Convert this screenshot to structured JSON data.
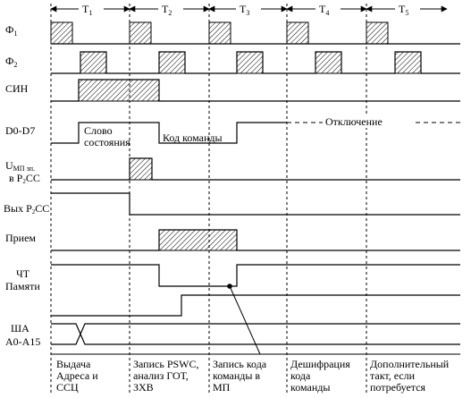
{
  "periods": [
    "T",
    "T",
    "T",
    "T",
    "T"
  ],
  "period_subscripts": [
    "1",
    "2",
    "3",
    "4",
    "5"
  ],
  "signals": {
    "phi1": {
      "base": "Ф",
      "sub": "1"
    },
    "phi2": {
      "base": "Ф",
      "sub": "2"
    },
    "sin": "СИН",
    "data_bus": "D0-D7",
    "u_mp": {
      "part1": "U",
      "sub1": "МП зп.",
      "line2_pre": "в Р",
      "sub2": "2",
      "line2_post": "СС"
    },
    "vyh": {
      "pre": "Вых Р",
      "sub": "2",
      "post": "СС"
    },
    "priem": "Прием",
    "cht": [
      "ЧТ",
      "Памяти"
    ],
    "sha": [
      "ША",
      "А0-А15"
    ]
  },
  "bus_notes": {
    "status_word": [
      "Слово",
      "состояния"
    ],
    "command_code": "Код команды",
    "disconnect": "Отключение"
  },
  "bottom_notes": [
    [
      "Выдача",
      "Адреса и",
      "ССЦ"
    ],
    [
      "Запись PSWC,",
      "анализ ГОТ,",
      "ЗХВ"
    ],
    [
      "Запись кода",
      "команды в",
      "МП"
    ],
    [
      "Дешифрация",
      "кода",
      "команды"
    ],
    [
      "Дополнительный",
      "такт, если",
      "потребуется"
    ]
  ]
}
